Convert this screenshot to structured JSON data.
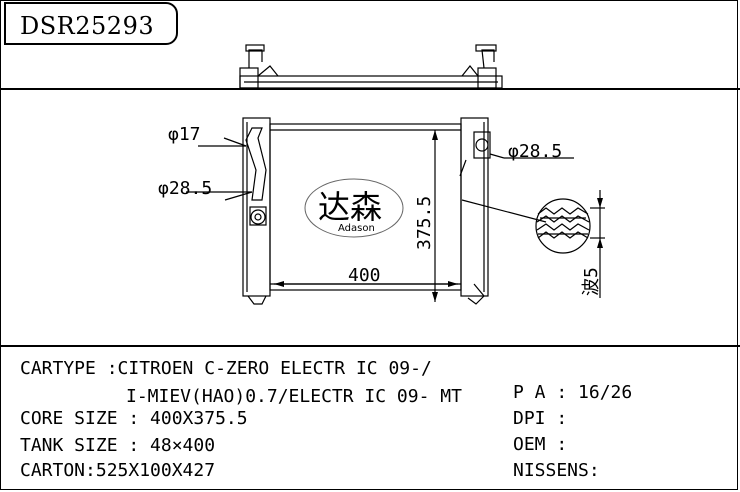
{
  "header": {
    "model_code": "DSR25293"
  },
  "drawing": {
    "dim_pipe_upper": "φ17",
    "dim_pipe_lower": "φ28.5",
    "dim_pipe_right": "φ28.5",
    "dim_width": "400",
    "dim_height": "375.5",
    "fin_label": "波5",
    "logo": {
      "characters": "达森",
      "brand": "Adason"
    }
  },
  "specs": {
    "cartype_line1": "CARTYPE :CITROEN C-ZERO ELECTR IC 09-/",
    "cartype_line2": "I-MIEV(HAO)0.7/ELECTR IC 09- MT",
    "core_size": "CORE SIZE : 400X375.5",
    "tank_size": "TANK SIZE : 48×400",
    "carton": "CARTON:525X100X427",
    "pa": "P A : 16/26",
    "dpi": "DPI :",
    "oem": "OEM :",
    "nissens": "NISSENS:"
  }
}
